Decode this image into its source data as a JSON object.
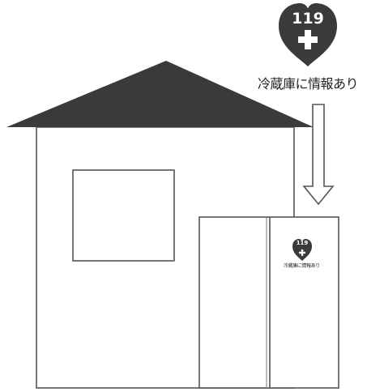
{
  "sticker": {
    "number": "119",
    "caption": "冷蔵庫に情報あり",
    "icon": "heart-cross-icon",
    "color": "#3a3a3a"
  },
  "door_sticker": {
    "number": "119",
    "caption": "冷蔵庫に情報あり"
  },
  "house": {
    "roof_color": "#3a3a3a",
    "line_color": "#555555"
  }
}
